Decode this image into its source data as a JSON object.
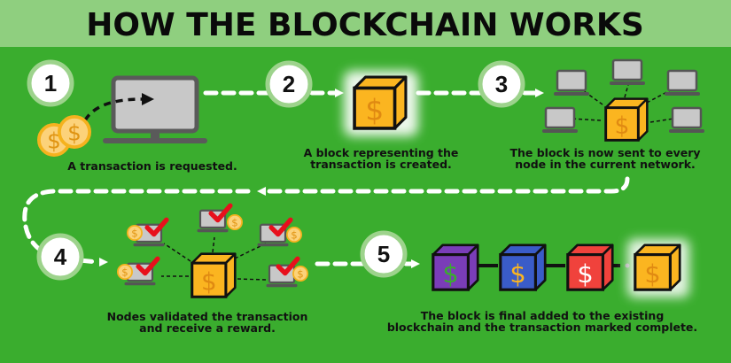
{
  "title": "HOW THE BLOCKCHAIN WORKS",
  "steps": [
    {
      "number": "1",
      "caption": [
        "A transaction is requested."
      ]
    },
    {
      "number": "2",
      "caption": [
        "A block representing the",
        "transaction is created."
      ]
    },
    {
      "number": "3",
      "caption": [
        "The block is now sent to every",
        "node in the current network."
      ]
    },
    {
      "number": "4",
      "caption": [
        "Nodes validated the transaction",
        "and receive a reward."
      ]
    },
    {
      "number": "5",
      "caption": [
        "The block is final added to the existing",
        "blockchain and the transaction marked complete."
      ]
    }
  ],
  "dollar": "$",
  "colors": {
    "background": "#3aad2e",
    "header": "#8fcf7f",
    "block": "#fbb520",
    "purple": "#7a3db8",
    "blue": "#3a5cc8",
    "red": "#f0423c",
    "check": "#e8101c"
  }
}
